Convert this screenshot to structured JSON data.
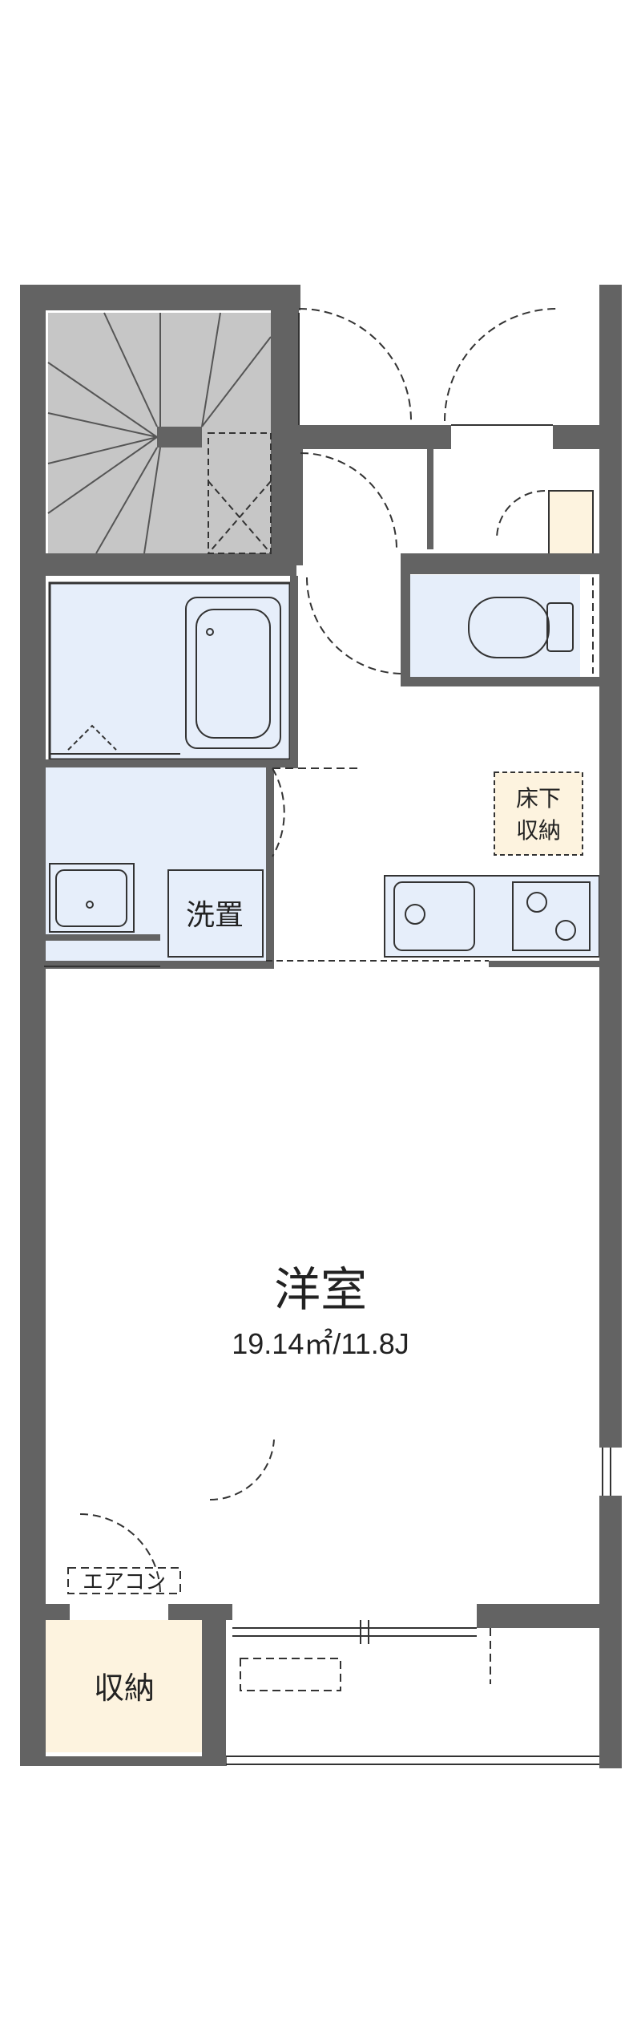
{
  "rooms": {
    "main_room_name": "洋室",
    "main_room_area": "19.14㎡/11.8J",
    "underfloor_storage_line1": "床下",
    "underfloor_storage_line2": "収納",
    "washer_label": "洗置",
    "aircon_label": "エアコン",
    "closet_label": "収納"
  },
  "colors": {
    "wall": "#636363",
    "wet_area": "#e6eefa",
    "storage": "#fdf3df",
    "stair": "#c6c6c6",
    "line": "#333333"
  }
}
